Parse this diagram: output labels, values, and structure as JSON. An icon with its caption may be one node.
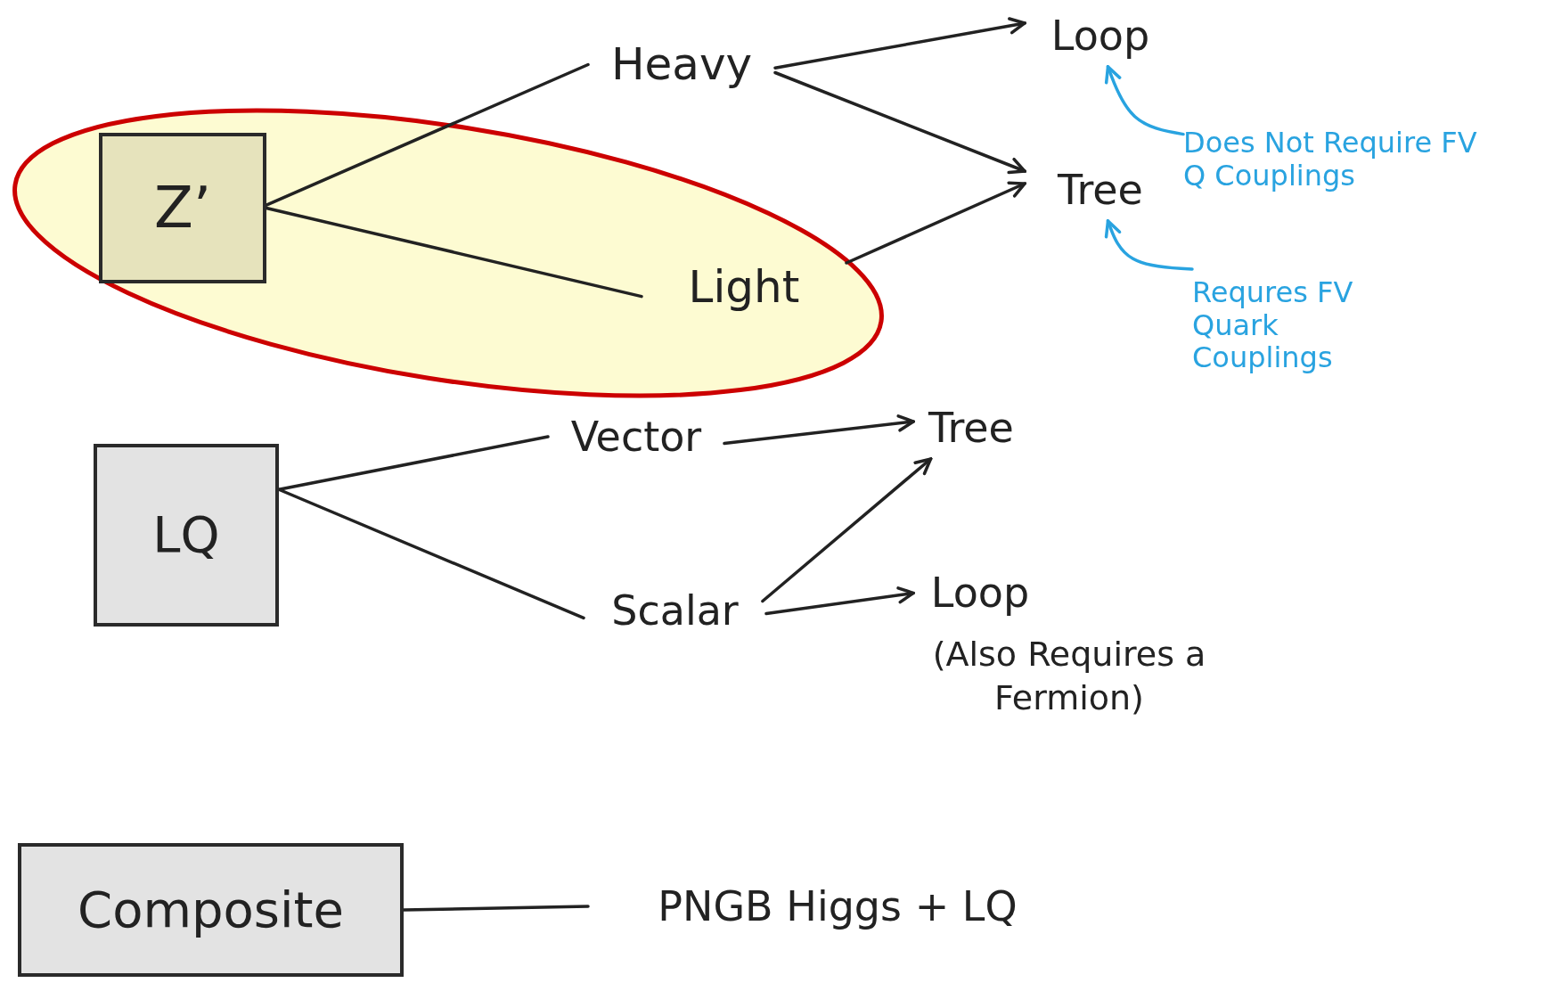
{
  "diagram": {
    "nodes": [
      {
        "text": [
          "Z’"
        ]
      },
      {
        "text": [
          "Heavy"
        ]
      },
      {
        "text": [
          "Light"
        ]
      },
      {
        "text": [
          "Loop"
        ]
      },
      {
        "text": [
          "Tree"
        ]
      },
      {
        "text": [
          "Does Not Require FV Q Couplings"
        ]
      },
      {
        "text": [
          "Requres FV Quark Couplings"
        ]
      },
      {
        "text": [
          "LQ"
        ]
      },
      {
        "text": [
          "Vector"
        ]
      },
      {
        "text": [
          "Scalar"
        ]
      },
      {
        "text": [
          "Tree"
        ]
      },
      {
        "text": [
          "Loop"
        ],
        "beside": [
          "(Also Requires a Fermion)"
        ]
      },
      {
        "text": [
          "Composite"
        ]
      },
      {
        "text": [
          "PNGB Higgs + LQ"
        ]
      }
    ],
    "edges": [
      {
        "from": 0,
        "to": 1,
        "arrow": "none"
      },
      {
        "from": 0,
        "to": 2,
        "arrow": "none"
      },
      {
        "from": 1,
        "to": 3,
        "arrow": "to"
      },
      {
        "from": 1,
        "to": 4,
        "arrow": "to"
      },
      {
        "from": 2,
        "to": 4,
        "arrow": "to"
      },
      {
        "from": 5,
        "to": 3,
        "arrow": "to",
        "color": "#29a3e0"
      },
      {
        "from": 6,
        "to": 4,
        "arrow": "to",
        "color": "#29a3e0"
      },
      {
        "from": 7,
        "to": 8,
        "arrow": "none"
      },
      {
        "from": 7,
        "to": 9,
        "arrow": "none"
      },
      {
        "from": 8,
        "to": 10,
        "arrow": "to"
      },
      {
        "from": 9,
        "to": 10,
        "arrow": "to"
      },
      {
        "from": 9,
        "to": 11,
        "arrow": "to"
      },
      {
        "from": 12,
        "to": 13,
        "arrow": "none"
      }
    ]
  }
}
